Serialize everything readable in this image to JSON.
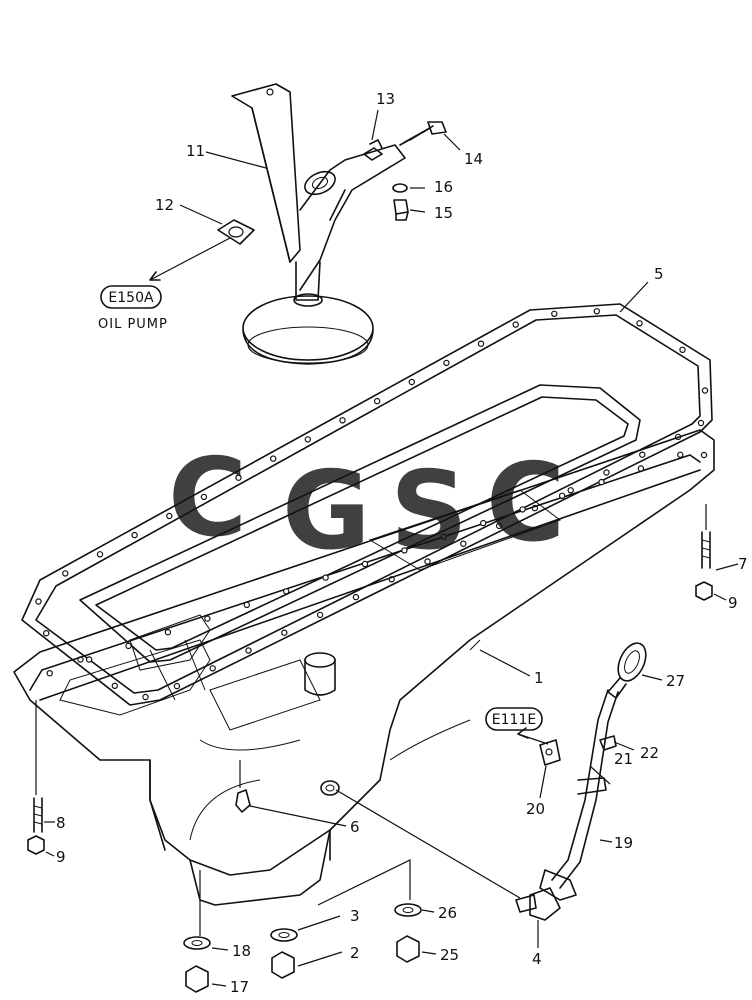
{
  "diagram": {
    "parts": [
      {
        "num": "1"
      },
      {
        "num": "2"
      },
      {
        "num": "3"
      },
      {
        "num": "4"
      },
      {
        "num": "5"
      },
      {
        "num": "6"
      },
      {
        "num": "7"
      },
      {
        "num": "8"
      },
      {
        "num": "9"
      },
      {
        "num": "9"
      },
      {
        "num": "11"
      },
      {
        "num": "12"
      },
      {
        "num": "13"
      },
      {
        "num": "14"
      },
      {
        "num": "15"
      },
      {
        "num": "16"
      },
      {
        "num": "17"
      },
      {
        "num": "18"
      },
      {
        "num": "19"
      },
      {
        "num": "20"
      },
      {
        "num": "21"
      },
      {
        "num": "22"
      },
      {
        "num": "25"
      },
      {
        "num": "26"
      },
      {
        "num": "27"
      }
    ],
    "references": [
      {
        "code": "E150A",
        "caption": "OIL PUMP"
      },
      {
        "code": "E111E",
        "caption": ""
      }
    ]
  },
  "watermark": {
    "letters": [
      "C",
      "G",
      "S",
      "C"
    ],
    "colors": [
      "#4f86f7",
      "#f07070",
      "#f7d24a",
      "#3aa870"
    ]
  }
}
